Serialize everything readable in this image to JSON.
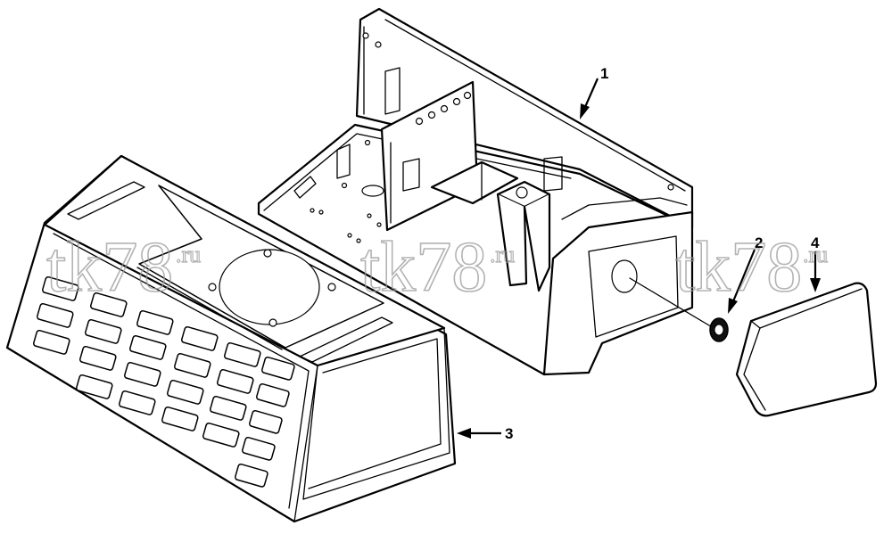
{
  "callouts": [
    {
      "id": "1",
      "label": "1"
    },
    {
      "id": "2",
      "label": "2"
    },
    {
      "id": "3",
      "label": "3"
    },
    {
      "id": "4",
      "label": "4"
    }
  ],
  "watermark": {
    "main": "tk78",
    "suffix": ".ru"
  }
}
